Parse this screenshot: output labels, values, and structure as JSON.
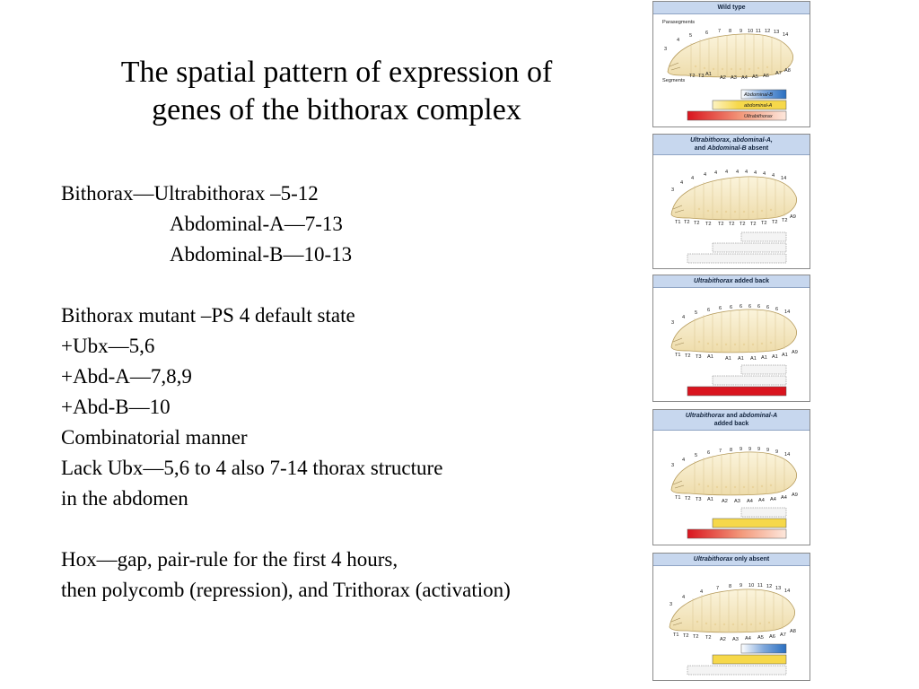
{
  "title": {
    "line1": "The spatial pattern of expression of",
    "line2": "genes of the bithorax complex"
  },
  "body": {
    "l1": "Bithorax—Ultrabithorax –5-12",
    "l2": "Abdominal-A—7-13",
    "l3": "Abdominal-B—10-13",
    "l4": "Bithorax mutant –PS 4 default state",
    "l5": "+Ubx—5,6",
    "l6": "+Abd-A—7,8,9",
    "l7": "+Abd-B—10",
    "l8": "Combinatorial manner",
    "l9": "Lack Ubx—5,6 to 4 also 7-14 thorax structure",
    "l10": "in the abdomen",
    "l11": "Hox—gap, pair-rule for the first 4 hours,",
    "l12": "then polycomb (repression), and Trithorax (activation)"
  },
  "colors": {
    "header_bg": "#c7d7ee",
    "larva_fill": "#f7ecc6",
    "ubx_start": "#d9141e",
    "abda": "#f6d84a",
    "abdb": "#2a6fc0"
  },
  "panels": [
    {
      "header_pre": "Wild type",
      "header_italic": "",
      "header_post": "",
      "header_line2": "",
      "parasegments_label": "Parasegments",
      "segments_label": "Segments",
      "ps_numbers": [
        "3",
        "4",
        "5",
        "6",
        "7",
        "8",
        "9",
        "10",
        "11",
        "12",
        "13",
        "14"
      ],
      "seg_labels": [
        "T2",
        "T3",
        "A1",
        "A2",
        "A3",
        "A4",
        "A5",
        "A6",
        "A7",
        "A8"
      ],
      "legend": [
        "Abdominal-B",
        "abdominal-A",
        "Ultrabithorax"
      ]
    },
    {
      "header_pre": "",
      "header_italic": "Ultrabithorax, abdominal-A,",
      "header_post": "",
      "header_line2_pre": "and ",
      "header_line2_italic": "Abdominal-B",
      "header_line2_post": " absent",
      "ps_numbers": [
        "3",
        "4",
        "4",
        "4",
        "4",
        "4",
        "4",
        "4",
        "4",
        "4",
        "4",
        "14"
      ],
      "seg_labels": [
        "T1",
        "T2",
        "T2",
        "T2",
        "T2",
        "T2",
        "T2",
        "T2",
        "T2",
        "T2",
        "T2",
        "A9"
      ]
    },
    {
      "header_italic": "Ultrabithorax",
      "header_post": " added back",
      "ps_numbers": [
        "3",
        "4",
        "5",
        "6",
        "6",
        "6",
        "6",
        "6",
        "6",
        "6",
        "6",
        "14"
      ],
      "seg_labels": [
        "T1",
        "T2",
        "T3",
        "A1",
        "A1",
        "A1",
        "A1",
        "A1",
        "A1",
        "A1",
        "A9"
      ]
    },
    {
      "header_italic1": "Ultrabithorax",
      "header_mid": " and ",
      "header_italic2": "abdominal-A",
      "header_line2": "added back",
      "ps_numbers": [
        "3",
        "4",
        "5",
        "6",
        "7",
        "8",
        "9",
        "9",
        "9",
        "9",
        "9",
        "14"
      ],
      "seg_labels": [
        "T1",
        "T2",
        "T3",
        "A1",
        "A2",
        "A3",
        "A4",
        "A4",
        "A4",
        "A4",
        "A9"
      ]
    },
    {
      "header_italic": "Ultrabithorax",
      "header_post": " only absent",
      "ps_numbers": [
        "3",
        "4",
        "4",
        "7",
        "8",
        "9",
        "10",
        "11",
        "12",
        "13",
        "14"
      ],
      "seg_labels": [
        "T1",
        "T2",
        "T2",
        "T2",
        "A2",
        "A3",
        "A4",
        "A5",
        "A6",
        "A7",
        "A8"
      ]
    }
  ]
}
